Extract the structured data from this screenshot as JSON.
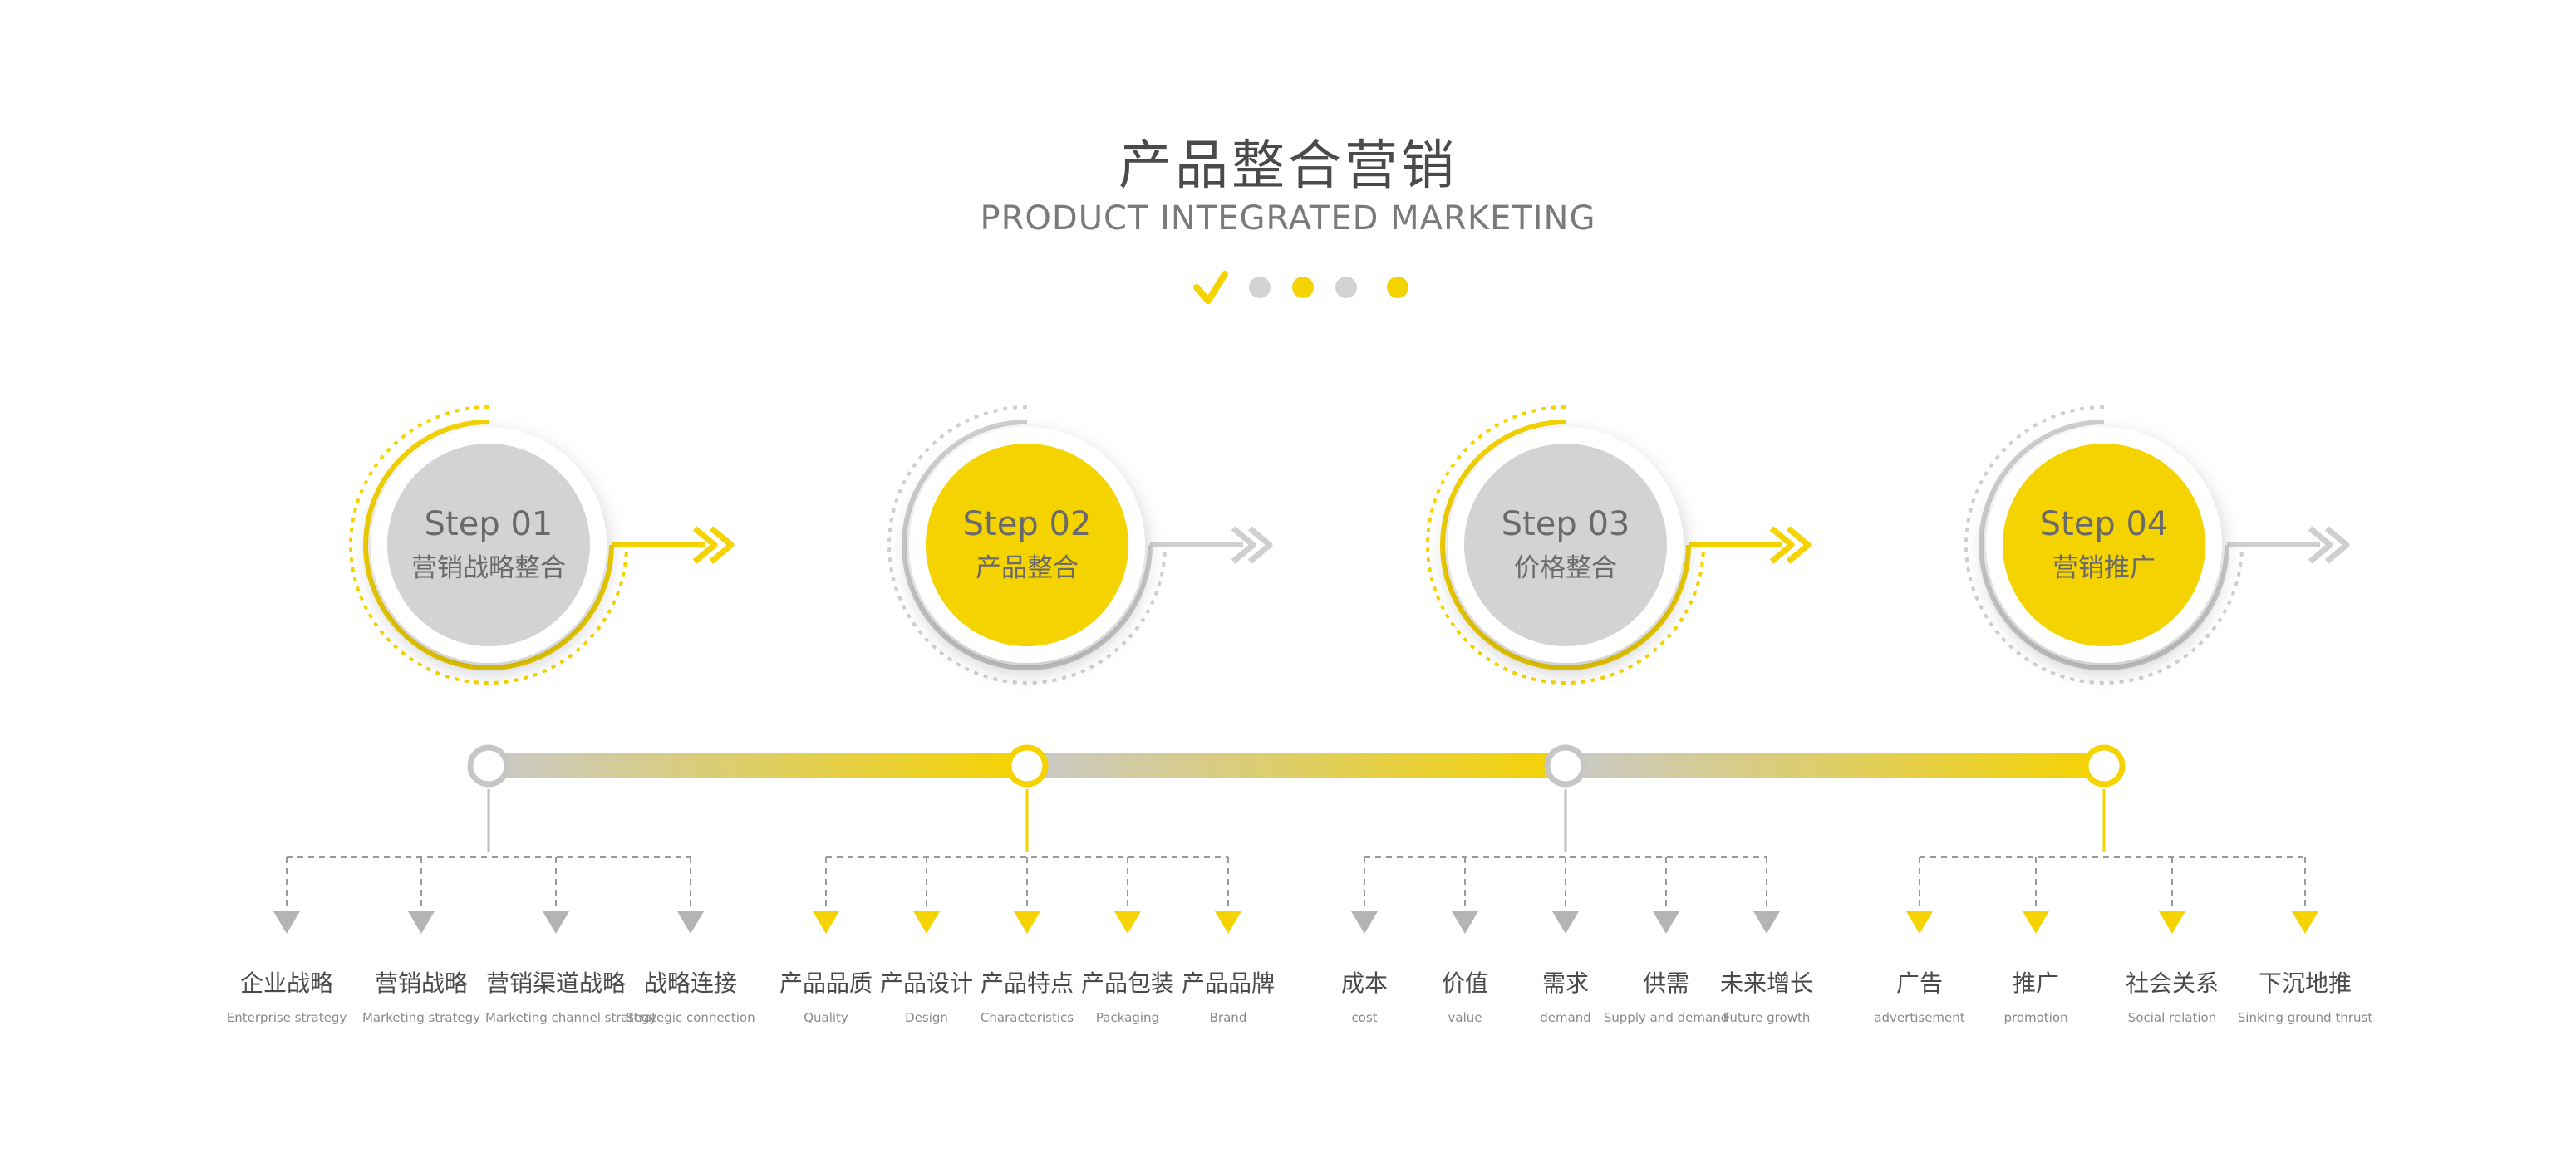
{
  "header": {
    "title": "产品整合营销",
    "subtitle": "PRODUCT INTEGRATED MARKETING"
  },
  "colors": {
    "yellow": "#f5d300",
    "gray": "#d3d3d5",
    "line_gray": "#bdbdbd",
    "text": "#4a4a4a"
  },
  "indicator_dots": [
    "yellow-check",
    "gray",
    "yellow",
    "gray",
    "yellow"
  ],
  "steps": [
    {
      "num": "Step 01",
      "name": "营销战略整合",
      "fill": "gray",
      "accent": "yellow",
      "items": [
        {
          "zh": "企业战略",
          "en": "Enterprise strategy"
        },
        {
          "zh": "营销战略",
          "en": "Marketing strategy"
        },
        {
          "zh": "营销渠道战略",
          "en": "Marketing channel strategy"
        },
        {
          "zh": "战略连接",
          "en": "Strategic connection"
        }
      ]
    },
    {
      "num": "Step 02",
      "name": "产品整合",
      "fill": "yellow",
      "accent": "gray",
      "items": [
        {
          "zh": "产品品质",
          "en": "Quality"
        },
        {
          "zh": "产品设计",
          "en": "Design"
        },
        {
          "zh": "产品特点",
          "en": "Characteristics"
        },
        {
          "zh": "产品包装",
          "en": "Packaging"
        },
        {
          "zh": "产品品牌",
          "en": "Brand"
        }
      ]
    },
    {
      "num": "Step 03",
      "name": "价格整合",
      "fill": "gray",
      "accent": "yellow",
      "items": [
        {
          "zh": "成本",
          "en": "cost"
        },
        {
          "zh": "价值",
          "en": "value"
        },
        {
          "zh": "需求",
          "en": "demand"
        },
        {
          "zh": "供需",
          "en": "Supply and demand"
        },
        {
          "zh": "未来增长",
          "en": "Future growth"
        }
      ]
    },
    {
      "num": "Step 04",
      "name": "营销推广",
      "fill": "yellow",
      "accent": "gray",
      "items": [
        {
          "zh": "广告",
          "en": "advertisement"
        },
        {
          "zh": "推广",
          "en": "promotion"
        },
        {
          "zh": "社会关系",
          "en": "Social relation"
        },
        {
          "zh": "下沉地推",
          "en": "Sinking ground thrust"
        }
      ]
    }
  ]
}
